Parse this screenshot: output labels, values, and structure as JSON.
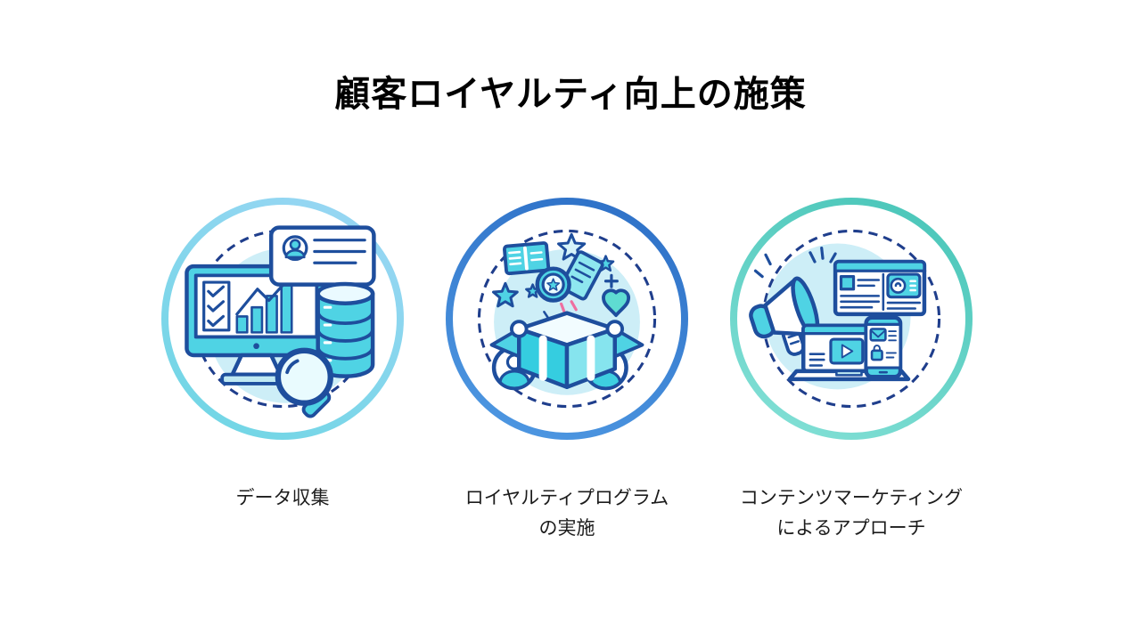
{
  "slide": {
    "title": "顧客ロイヤルティ向上の施策",
    "items": [
      {
        "id": "data-collection",
        "label": "データ収集",
        "icons": [
          "monitor-icon",
          "checklist-icon",
          "bar-chart-icon",
          "trend-line-icon",
          "profile-card-icon",
          "database-icon",
          "magnifying-glass-icon"
        ],
        "ring_colors": [
          "#97d6f3",
          "#74d6e6"
        ]
      },
      {
        "id": "loyalty-program",
        "label": "ロイヤルティプログラム\nの実施",
        "icons": [
          "gift-box-icon",
          "coin-star-icon",
          "ticket-icon",
          "note-icon",
          "star-icon",
          "heart-icon",
          "plus-sparkle-icon",
          "user-avatar-icon"
        ],
        "ring_colors": [
          "#4e98e2",
          "#2f72c8"
        ]
      },
      {
        "id": "content-marketing",
        "label": "コンテンツマーケティング\nによるアプローチ",
        "icons": [
          "megaphone-icon",
          "web-article-icon",
          "video-laptop-icon",
          "smartphone-email-icon"
        ],
        "ring_colors": [
          "#83e0d6",
          "#4cc7ba"
        ]
      }
    ],
    "colors": {
      "background": "#ffffff",
      "title_text": "#000000",
      "label_text": "#1c1c1c",
      "outline_navy": "#1e4e9d",
      "dashed_circle_navy": "#1f3e8c",
      "icon_fill_cyan": "#4fd3e4",
      "icon_fill_teal": "#5fdcd2",
      "icon_bg_tint": "#cdeef7"
    }
  }
}
